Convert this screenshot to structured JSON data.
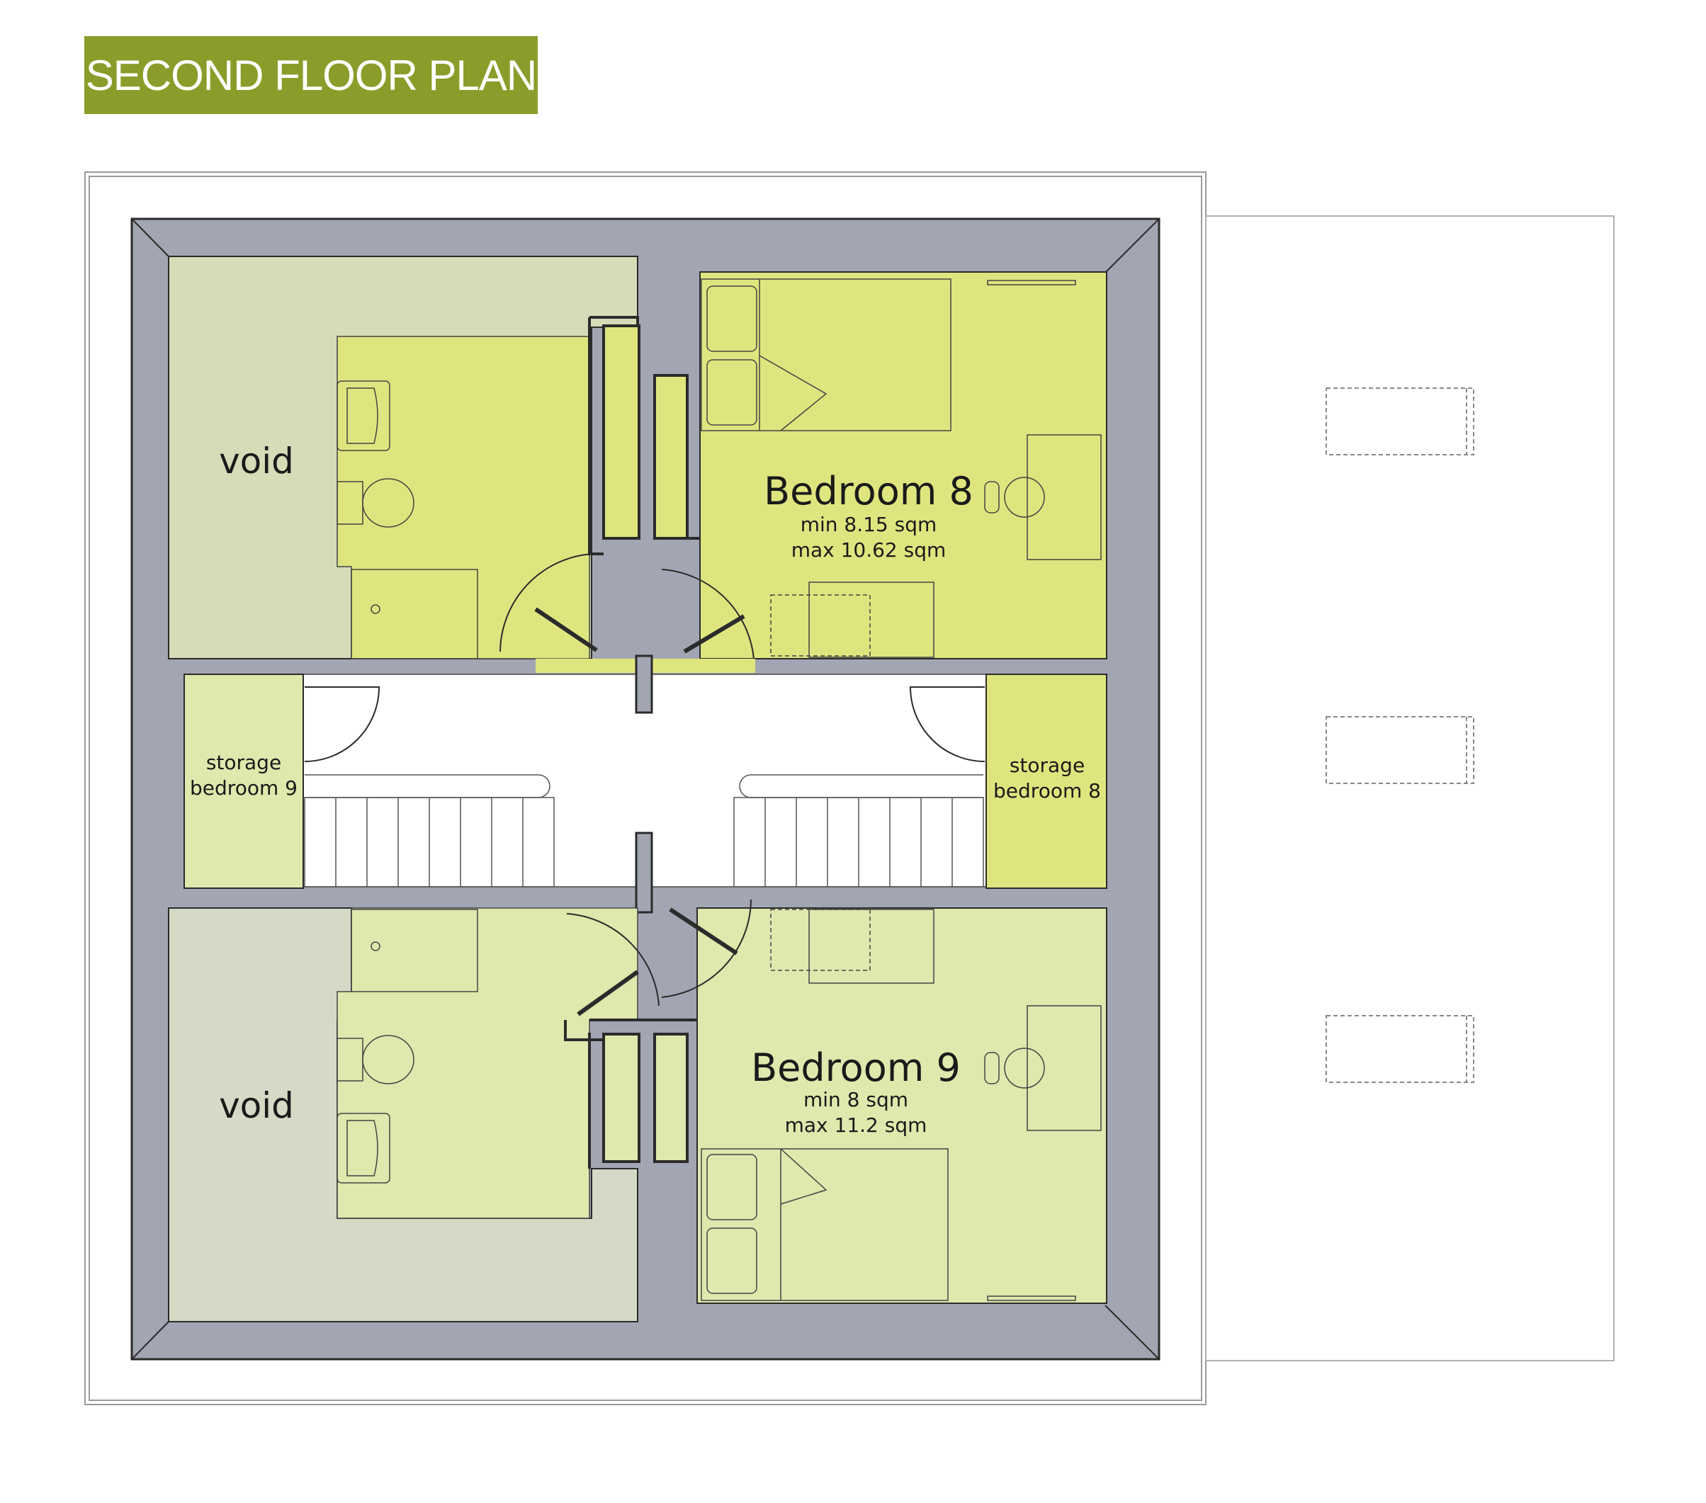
{
  "title": "SECOND FLOOR PLAN",
  "rooms": {
    "bedroom8": {
      "name": "Bedroom 8",
      "min": "min 8.15 sqm",
      "max": "max 10.62 sqm"
    },
    "bedroom9": {
      "name": "Bedroom 9",
      "min": "min 8 sqm",
      "max": "max 11.2 sqm"
    },
    "void_top": "void",
    "void_bottom": "void",
    "storage9": {
      "line1": "storage",
      "line2": "bedroom 9"
    },
    "storage8": {
      "line1": "storage",
      "line2": "bedroom 8"
    }
  },
  "colors": {
    "banner": "#8c9c2a",
    "wall": "#a2a6b2",
    "room_bright": "#dfe57e",
    "room_pale": "#dfe8ad",
    "void_fill": "#d6dbb8",
    "void_fill2": "#d4dac6",
    "line": "#2b2b2b"
  }
}
